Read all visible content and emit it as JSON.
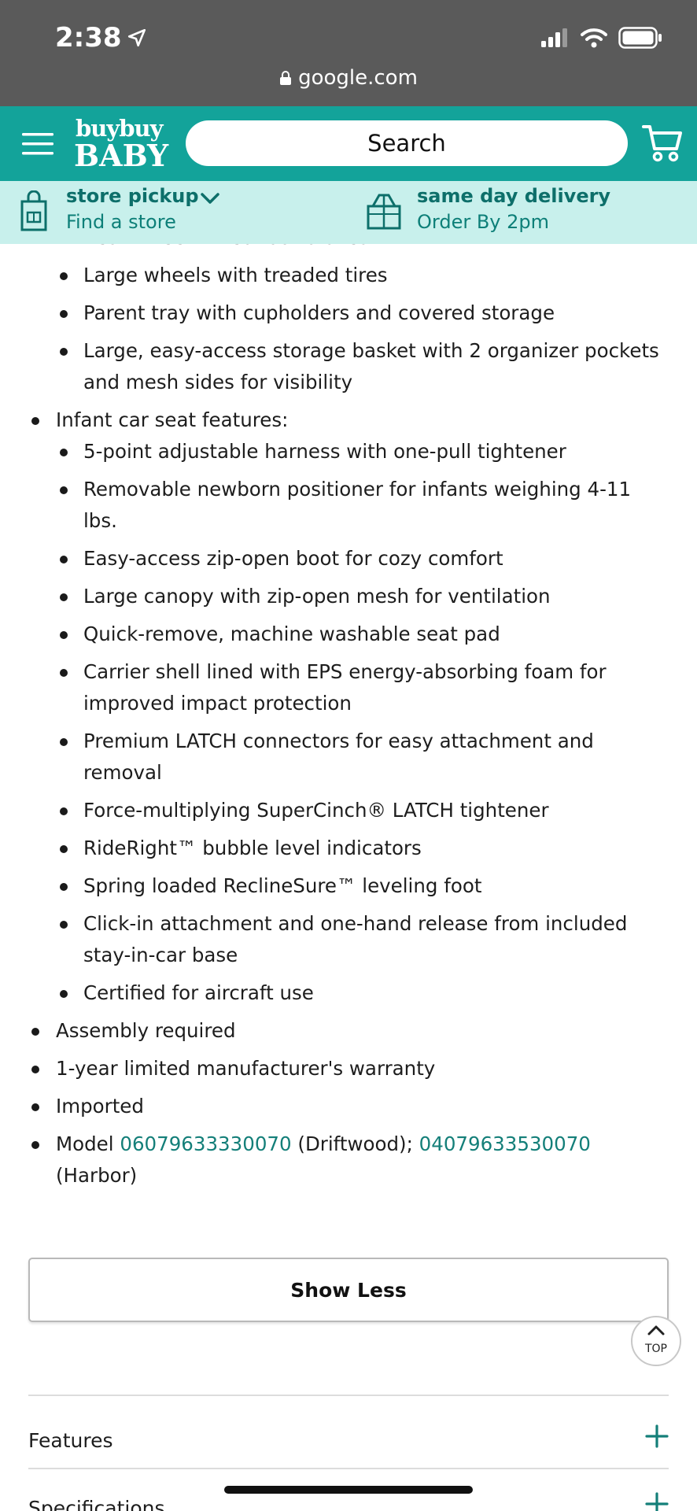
{
  "status_bar": {
    "time": "2:38",
    "url": "google.com"
  },
  "header": {
    "logo_top": "buybuy",
    "logo_bottom": "BABY",
    "search_placeholder": "Search"
  },
  "fulfillment": {
    "pickup_title": "store pickup",
    "pickup_sub": "Find a store",
    "delivery_title": "same day delivery",
    "delivery_sub": "Order By 2pm"
  },
  "details": {
    "partial_top": "Rear wheel linked foot brakes",
    "stroller_items": [
      "Large wheels with treaded tires",
      "Parent tray with cupholders and covered storage",
      "Large, easy-access storage basket with 2 organizer pockets and mesh sides for visibility"
    ],
    "car_seat_heading": "Infant car seat features:",
    "car_seat_items": [
      "5-point adjustable harness with one-pull tightener",
      "Removable newborn positioner for infants weighing 4-11 lbs.",
      "Easy-access zip-open boot for cozy comfort",
      "Large canopy with zip-open mesh for ventilation",
      "Quick-remove, machine washable seat pad",
      "Carrier shell lined with EPS energy-absorbing foam for improved impact protection",
      "Premium LATCH connectors for easy attachment and removal",
      "Force-multiplying SuperCinch® LATCH tightener",
      "RideRight™ bubble level indicators",
      "Spring loaded ReclineSure™ leveling foot",
      "Click-in attachment and one-hand release from included stay-in-car base",
      "Certified for aircraft use"
    ],
    "other_items": [
      "Assembly required",
      "1-year limited manufacturer's warranty",
      "Imported"
    ],
    "model_prefix": "Model ",
    "model_1": "06079633330070",
    "model_1_suffix": " (Driftwood); ",
    "model_2": "04079633530070",
    "model_2_suffix": " (Harbor)"
  },
  "buttons": {
    "show_less": "Show Less",
    "top": "TOP"
  },
  "accordions": {
    "features": "Features",
    "specifications": "Specifications"
  },
  "colors": {
    "brand_teal": "#13a39a",
    "bar_mint": "#c8f0ec",
    "link_teal": "#147f79"
  },
  "icons": [
    "location-arrow-icon",
    "signal-icon",
    "wifi-icon",
    "battery-icon",
    "lock-icon",
    "menu-icon",
    "cart-icon",
    "store-icon",
    "chevron-down-icon",
    "delivery-box-icon",
    "chevron-up-icon",
    "plus-icon"
  ]
}
